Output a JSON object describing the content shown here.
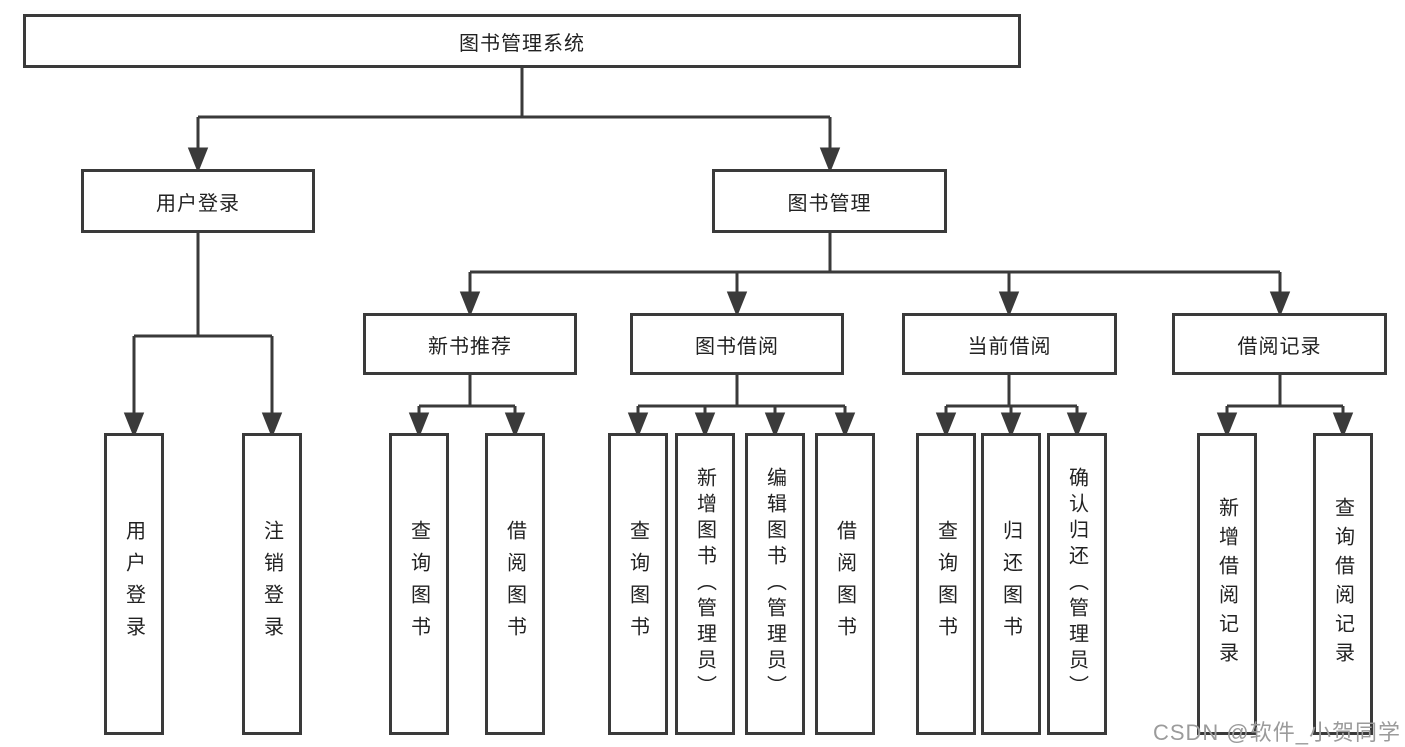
{
  "diagram": {
    "root": {
      "label": "图书管理系统"
    },
    "branches": [
      {
        "label": "用户登录",
        "children": [
          {
            "label": "用户登录"
          },
          {
            "label": "注销登录"
          }
        ]
      },
      {
        "label": "图书管理",
        "sections": [
          {
            "label": "新书推荐",
            "children": [
              {
                "label": "查询图书"
              },
              {
                "label": "借阅图书"
              }
            ]
          },
          {
            "label": "图书借阅",
            "children": [
              {
                "label": "查询图书"
              },
              {
                "label": "新增图书（管理员）"
              },
              {
                "label": "编辑图书（管理员）"
              },
              {
                "label": "借阅图书"
              }
            ]
          },
          {
            "label": "当前借阅",
            "children": [
              {
                "label": "查询图书"
              },
              {
                "label": "归还图书"
              },
              {
                "label": "确认归还（管理员）"
              }
            ]
          },
          {
            "label": "借阅记录",
            "children": [
              {
                "label": "新增借阅记录"
              },
              {
                "label": "查询借阅记录"
              }
            ]
          }
        ]
      }
    ]
  },
  "watermark": {
    "text": "CSDN @软件_小贺同学",
    "color": "#9b9b9b"
  },
  "colors": {
    "background": "#ffffff",
    "line": "#3a3a3a",
    "box_border": "#3a3a3a",
    "text": "#222222"
  }
}
